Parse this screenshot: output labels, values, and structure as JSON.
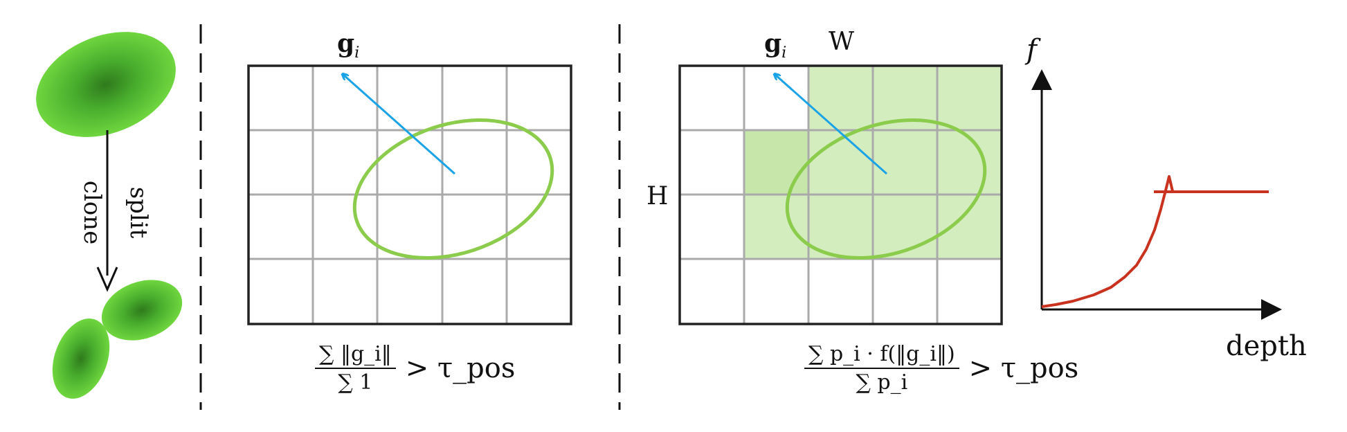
{
  "colors": {
    "gaussian": "#5ec43a",
    "gaussian_dark": "#2f8a1f",
    "ellipse_stroke": "#8ccc4c",
    "highlight_fill": "#d4edbe",
    "highlight_fill_dark": "#c6e6aa",
    "gradient_arrow": "#1aa3e6",
    "grid_line": "#aaaaaa",
    "curve": "#c8321e"
  },
  "left_panel": {
    "clone_label": "clone",
    "split_label": "split"
  },
  "middle_panel": {
    "grad_label_bold": "g",
    "grad_label_sub": "i",
    "formula": {
      "numerator": "∑ ‖g_i‖",
      "denominator": "∑ 1",
      "relation": "> τ_pos"
    }
  },
  "right_panel": {
    "grad_label_bold": "g",
    "grad_label_sub": "i",
    "width_label": "W",
    "height_label": "H",
    "formula": {
      "numerator": "∑ p_i · f(‖g_i‖)",
      "denominator": "∑ p_i",
      "relation": "> τ_pos"
    }
  },
  "weight_plot": {
    "y_axis_label": "f",
    "x_axis_label": "depth"
  }
}
